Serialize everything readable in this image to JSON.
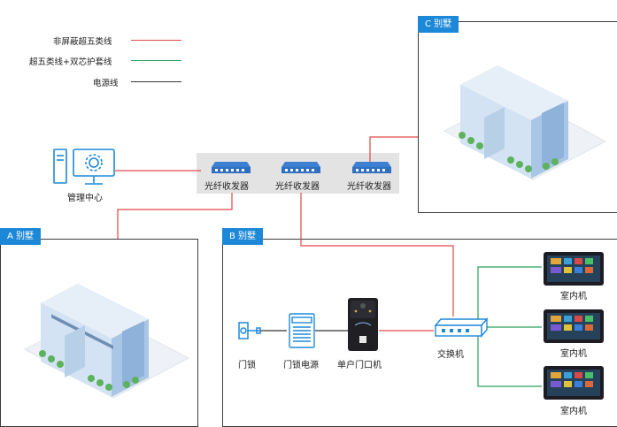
{
  "legend": [
    {
      "label": "非屏蔽超五类线",
      "color": "#e04848"
    },
    {
      "label": "超五类线+双芯护套线",
      "color": "#2aa05a"
    },
    {
      "label": "电源线",
      "color": "#333333"
    }
  ],
  "management": {
    "label": "管理中心"
  },
  "transceivers": [
    {
      "label": "光纤收发器"
    },
    {
      "label": "光纤收发器"
    },
    {
      "label": "光纤收发器"
    }
  ],
  "villas": {
    "a": {
      "tag": "A 别墅"
    },
    "b": {
      "tag": "B 别墅"
    },
    "c": {
      "tag": "C 别墅"
    }
  },
  "devices": {
    "lock": "门锁",
    "lock_power": "门锁电源",
    "door_station": "单户门口机",
    "switch": "交换机",
    "indoor_units": [
      "室内机",
      "室内机",
      "室内机"
    ]
  },
  "colors": {
    "tag": "#1e88d8",
    "red_line": "#e04848",
    "green_line": "#2aa05a",
    "black_line": "#333333"
  }
}
